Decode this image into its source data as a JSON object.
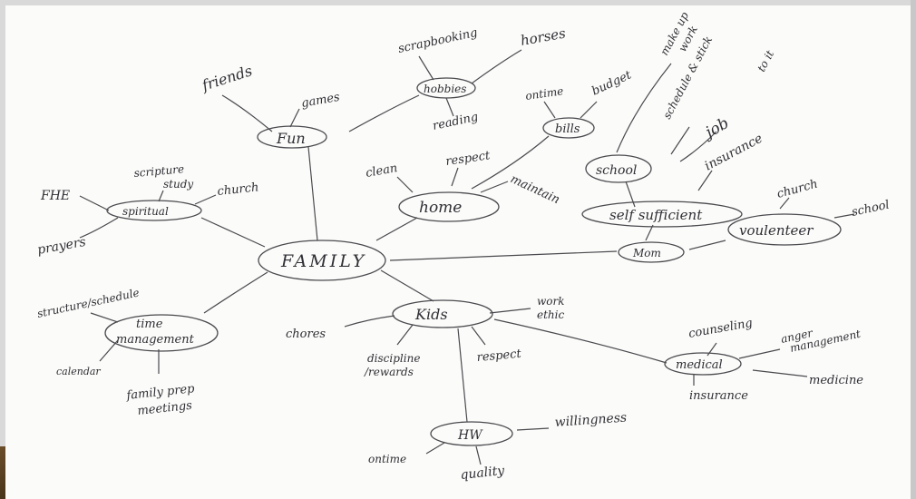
{
  "diagram": {
    "center": "FAMILY",
    "nodes": {
      "fun": "Fun",
      "hobbies": "hobbies",
      "spiritual": "spiritual",
      "home": "home",
      "bills": "bills",
      "school": "school",
      "self_sufficient": "self sufficient",
      "mom": "Mom",
      "volunteer": "voulenteer",
      "time_management_1": "time",
      "time_management_2": "management",
      "kids": "Kids",
      "medical": "medical",
      "hw": "HW"
    },
    "leaves": {
      "friends": "friends",
      "games": "games",
      "scrapbooking": "scrapbooking",
      "horses": "horses",
      "reading": "reading",
      "scripture_study_1": "scripture",
      "scripture_study_2": "study",
      "church_spiritual": "church",
      "fhe": "FHE",
      "prayers": "prayers",
      "clean": "clean",
      "respect_home": "respect",
      "maintain": "maintain",
      "ontime_bills": "ontime",
      "budget": "budget",
      "make_up_work_1": "make up",
      "make_up_work_2": "work",
      "schedule_stick_1": "schedule & stick",
      "schedule_stick_2": "to it",
      "job": "job",
      "insurance_job": "insurance",
      "church_volunteer": "church",
      "school_volunteer": "school",
      "structure_schedule": "structure/schedule",
      "calendar": "calendar",
      "family_prep_1": "family prep",
      "family_prep_2": "meetings",
      "chores": "chores",
      "discipline_1": "discipline",
      "discipline_2": "/rewards",
      "respect_kids": "respect",
      "work_ethic_1": "work",
      "work_ethic_2": "ethic",
      "counseling": "counseling",
      "anger_1": "anger",
      "anger_2": "management",
      "medicine": "medicine",
      "insurance_medical": "insurance",
      "willingness": "willingness",
      "ontime_hw": "ontime",
      "quality": "quality"
    }
  }
}
